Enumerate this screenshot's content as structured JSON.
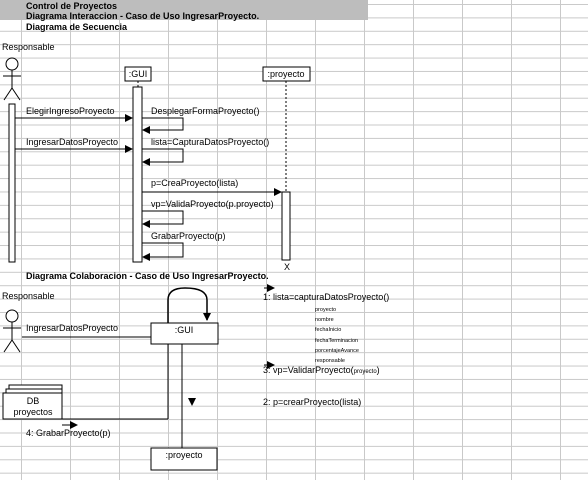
{
  "header": {
    "line1": "Control de Proyectos",
    "line2": "Diagrama Interaccion - Caso de Uso IngresarProyecto.",
    "line3": "Diagrama de Secuencia"
  },
  "sequence": {
    "actor_label": "Responsable",
    "gui_label": ":GUI",
    "proyecto_label": ":proyecto",
    "destroy_mark": "X",
    "messages": {
      "m1": "ElegirIngresoProyecto",
      "m2": "DesplegarFormaProyecto()",
      "m3": "IngresarDatosProyecto",
      "m4": "lista=CapturaDatosProyecto()",
      "m5": "p=CreaProyecto(lista)",
      "m6": "vp=ValidaProyecto(p.proyecto)",
      "m7": "GrabarProyecto(p)"
    }
  },
  "collaboration": {
    "title": "Diagrama Colaboracion - Caso de Uso IngresarProyecto.",
    "actor_label": "Responsable",
    "actor_message": "IngresarDatosProyecto",
    "gui_label": ":GUI",
    "db_line1": "DB",
    "db_line2": "proyectos",
    "proyecto_label": ":proyecto",
    "msg1": "1: lista=capturaDatosProyecto()",
    "fields": [
      "proyecto",
      "nombre",
      "fechaInicio",
      "fechaTerminacion",
      "porcentajeAvance",
      "responsable"
    ],
    "msg3_main": "3: vp=ValidarProyecto(",
    "msg3_arg": "proyecto",
    "msg3_close": ")",
    "msg2": "2: p=crearProyecto(lista)",
    "msg4": "4: GrabarProyecto(p)"
  }
}
